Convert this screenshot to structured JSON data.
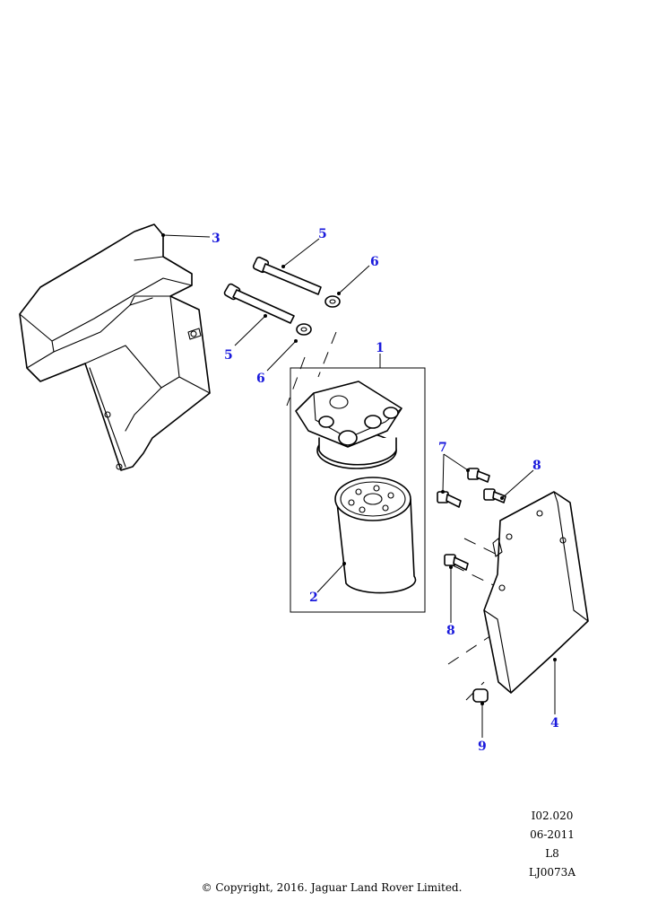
{
  "callouts": {
    "c1": "1",
    "c2": "2",
    "c3": "3",
    "c4": "4",
    "c5a": "5",
    "c5b": "5",
    "c6a": "6",
    "c6b": "6",
    "c7": "7",
    "c8a": "8",
    "c8b": "8",
    "c9": "9"
  },
  "info": {
    "ref": "I02.020",
    "date": "06-2011",
    "level": "L8",
    "drawing_id": "LJ0073A"
  },
  "copyright": "© Copyright, 2016. Jaguar Land Rover Limited.",
  "colors": {
    "callout": "#1a1adc",
    "line": "#000000"
  }
}
